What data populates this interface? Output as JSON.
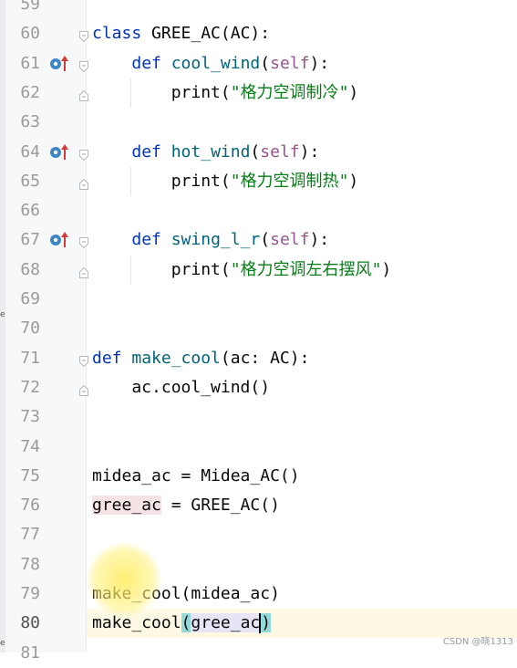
{
  "editor": {
    "lines": [
      {
        "num": "59",
        "tokens": []
      },
      {
        "num": "60",
        "tokens": [
          {
            "t": "class ",
            "c": "kw"
          },
          {
            "t": "GREE_AC(AC):",
            "c": ""
          }
        ]
      },
      {
        "num": "61",
        "tokens": [
          {
            "t": "    "
          },
          {
            "t": "def ",
            "c": "kw"
          },
          {
            "t": "cool_wind",
            "c": "fn"
          },
          {
            "t": "("
          },
          {
            "t": "self",
            "c": "self"
          },
          {
            "t": "):"
          }
        ]
      },
      {
        "num": "62",
        "tokens": [
          {
            "t": "        print("
          },
          {
            "t": "\"",
            "c": "str"
          },
          {
            "t": "格力空调制冷",
            "c": "str cn"
          },
          {
            "t": "\"",
            "c": "str"
          },
          {
            "t": ")"
          }
        ]
      },
      {
        "num": "63",
        "tokens": []
      },
      {
        "num": "64",
        "tokens": [
          {
            "t": "    "
          },
          {
            "t": "def ",
            "c": "kw"
          },
          {
            "t": "hot_wind",
            "c": "fn"
          },
          {
            "t": "("
          },
          {
            "t": "self",
            "c": "self"
          },
          {
            "t": "):"
          }
        ]
      },
      {
        "num": "65",
        "tokens": [
          {
            "t": "        print("
          },
          {
            "t": "\"",
            "c": "str"
          },
          {
            "t": "格力空调制热",
            "c": "str cn"
          },
          {
            "t": "\"",
            "c": "str"
          },
          {
            "t": ")"
          }
        ]
      },
      {
        "num": "66",
        "tokens": []
      },
      {
        "num": "67",
        "tokens": [
          {
            "t": "    "
          },
          {
            "t": "def ",
            "c": "kw"
          },
          {
            "t": "swing_l_r",
            "c": "fn"
          },
          {
            "t": "("
          },
          {
            "t": "self",
            "c": "self"
          },
          {
            "t": "):"
          }
        ]
      },
      {
        "num": "68",
        "tokens": [
          {
            "t": "        print("
          },
          {
            "t": "\"",
            "c": "str"
          },
          {
            "t": "格力空调左右摆风",
            "c": "str cn"
          },
          {
            "t": "\"",
            "c": "str"
          },
          {
            "t": ")"
          }
        ]
      },
      {
        "num": "69",
        "tokens": []
      },
      {
        "num": "70",
        "tokens": []
      },
      {
        "num": "71",
        "tokens": [
          {
            "t": "def ",
            "c": "kw"
          },
          {
            "t": "make_cool",
            "c": "fn"
          },
          {
            "t": "(ac: AC):"
          }
        ]
      },
      {
        "num": "72",
        "tokens": [
          {
            "t": "    ac.cool_wind()"
          }
        ]
      },
      {
        "num": "73",
        "tokens": []
      },
      {
        "num": "74",
        "tokens": []
      },
      {
        "num": "75",
        "tokens": [
          {
            "t": "midea_ac = Midea_AC()"
          }
        ]
      },
      {
        "num": "76",
        "tokens": [
          {
            "t": "gree_ac",
            "c": "hl-pink"
          },
          {
            "t": " = GREE_AC()"
          }
        ]
      },
      {
        "num": "77",
        "tokens": []
      },
      {
        "num": "78",
        "tokens": []
      },
      {
        "num": "79",
        "tokens": [
          {
            "t": "make_cool(midea_ac)"
          }
        ]
      },
      {
        "num": "80",
        "tokens": [
          {
            "t": "make_cool"
          },
          {
            "t": "(",
            "c": "hl-paren"
          },
          {
            "t": "gree_ac",
            "c": "hl-arg"
          },
          {
            "t": ")",
            "c": "hl-paren",
            "caret": true
          }
        ]
      },
      {
        "num": "81",
        "tokens": []
      }
    ],
    "current_line": "80"
  },
  "watermark": "CSDN @晓1313",
  "left_marker": "e",
  "colors": {
    "keyword": "#0033b3",
    "function": "#00627a",
    "self": "#94558d",
    "string": "#067d17",
    "impl_icon": "#3d86c6",
    "impl_arrow": "#d43b3b"
  }
}
